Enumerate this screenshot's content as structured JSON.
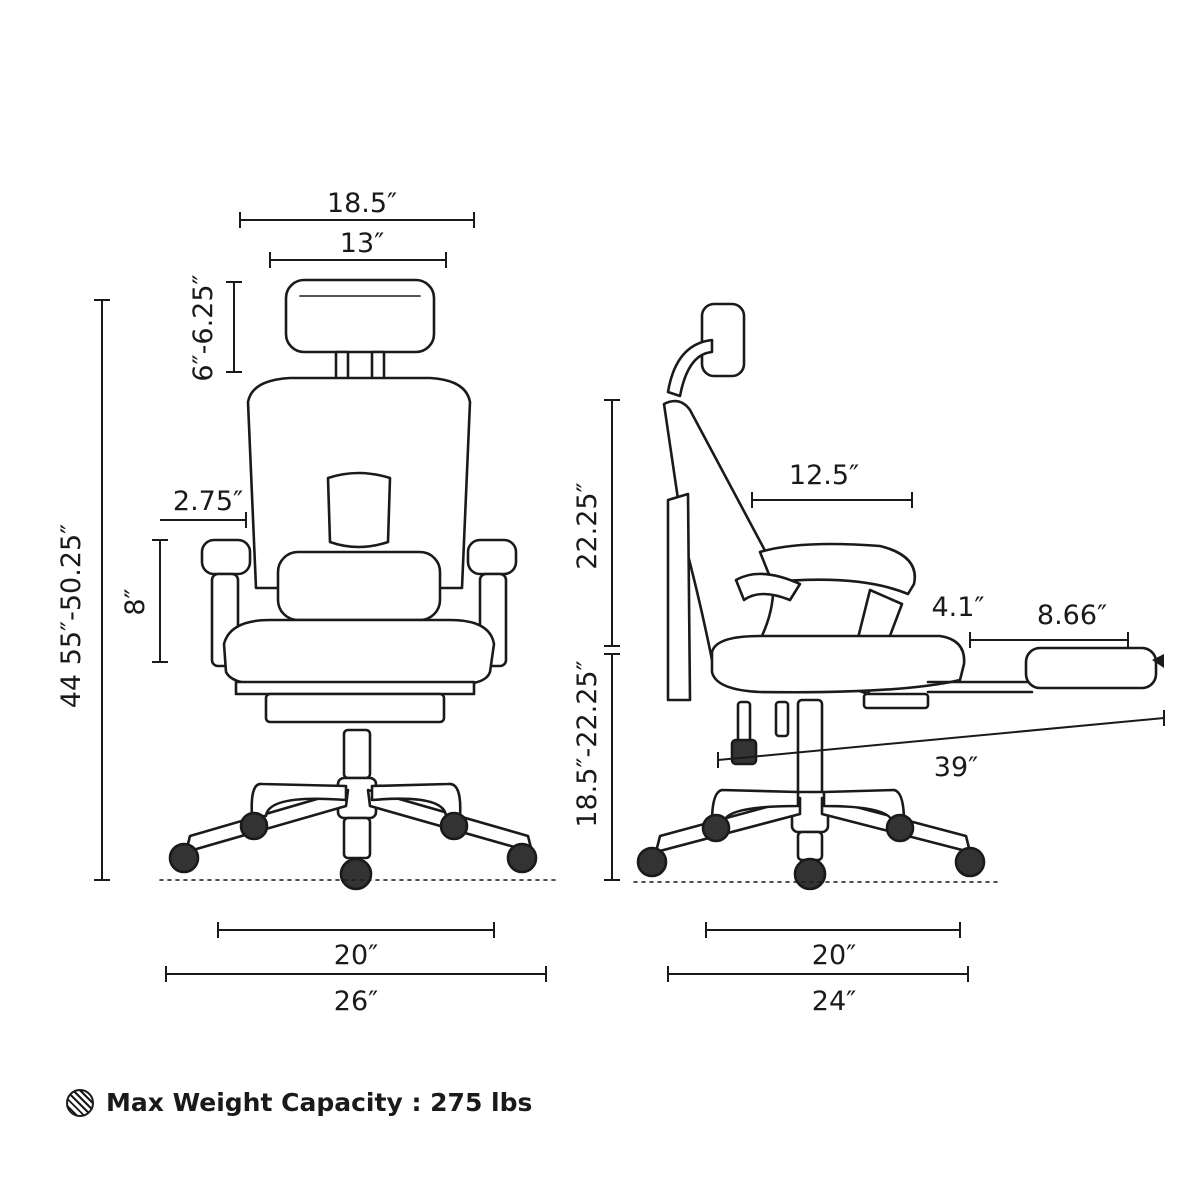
{
  "dimensions": {
    "front": {
      "overall_width": "18.5″",
      "headrest_width": "13″",
      "headrest_height": "6″-6.25″",
      "total_height": "44 55″-50.25″",
      "armrest_offset": "2.75″",
      "armrest_height": "8″",
      "base_width": "20″",
      "overall_base": "26″"
    },
    "side": {
      "back_height": "22.25″",
      "seat_height": "18.5″-22.25″",
      "seat_depth": "12.5″",
      "footrest_offset": "4.1″",
      "footrest_length": "8.66″",
      "reclined_length": "39″",
      "base_width": "20″",
      "overall_depth": "24″"
    }
  },
  "footer": {
    "icon": "hatched-circle-icon",
    "text": "Max Weight Capacity : 275 lbs"
  }
}
